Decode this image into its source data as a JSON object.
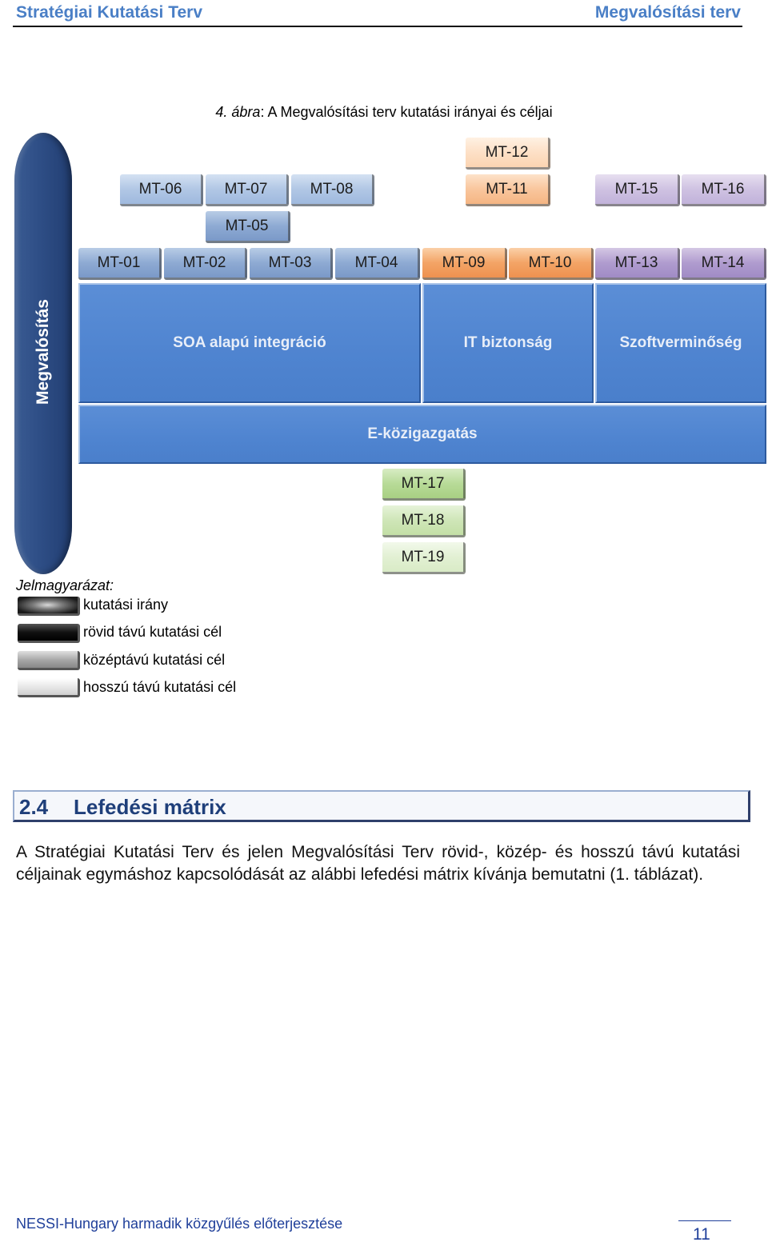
{
  "header": {
    "left_title": "Stratégiai Kutatási Terv",
    "right_title": "Megvalósítási terv"
  },
  "figure": {
    "caption_number": "4. ábra",
    "caption_text": ": A Megvalósítási terv kutatási irányai és céljai",
    "side_label": "Megvalósítás",
    "areas": {
      "soa": "SOA alapú integráció",
      "it": "IT biztonság",
      "szoft": "Szoftverminőség",
      "ekoz": "E-közigazgatás"
    },
    "boxes": {
      "mt01": "MT-01",
      "mt02": "MT-02",
      "mt03": "MT-03",
      "mt04": "MT-04",
      "mt05": "MT-05",
      "mt06": "MT-06",
      "mt07": "MT-07",
      "mt08": "MT-08",
      "mt09": "MT-09",
      "mt10": "MT-10",
      "mt11": "MT-11",
      "mt12": "MT-12",
      "mt13": "MT-13",
      "mt14": "MT-14",
      "mt15": "MT-15",
      "mt16": "MT-16",
      "mt17": "MT-17",
      "mt18": "MT-18",
      "mt19": "MT-19"
    },
    "legend": {
      "title": "Jelmagyarázat:",
      "direction": "kutatási irány",
      "short": "rövid távú kutatási cél",
      "mid": "középtávú kutatási cél",
      "long": "hosszú távú kutatási cél"
    }
  },
  "section": {
    "number": "2.4",
    "title": "Lefedési mátrix"
  },
  "paragraph": "A Stratégiai Kutatási Terv és jelen Megvalósítási Terv rövid-, közép- és hosszú távú kutatási céljainak egymáshoz kapcsolódását az alábbi lefedési mátrix kívánja bemutatni (1. táblázat).",
  "footer": {
    "text": "NESSI-Hungary harmadik közgyűlés előterjesztése",
    "page": "11"
  }
}
